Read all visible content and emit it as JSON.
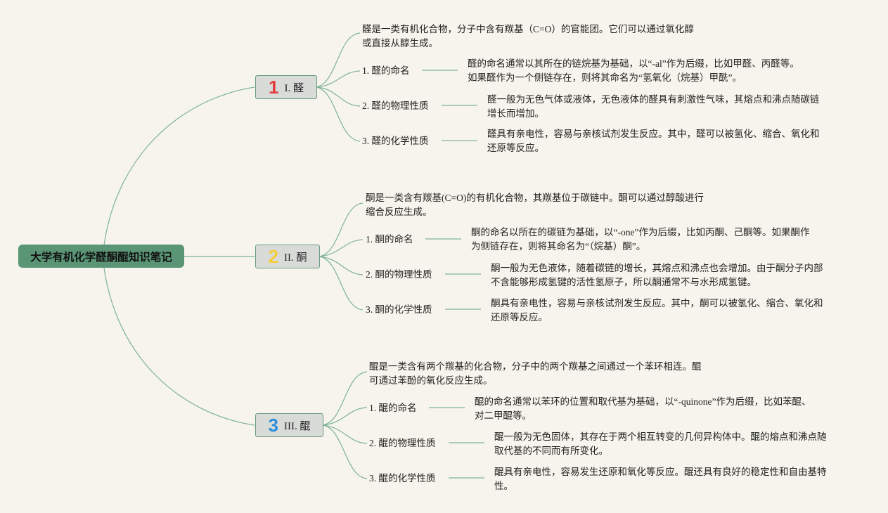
{
  "root": "大学有机化学醛酮醌知识笔记",
  "colors": {
    "root_bg": "#5a9575",
    "line": "#7fb395",
    "num1": "#e23b3b",
    "num2": "#f3cd3a",
    "num3": "#2e8fd8"
  },
  "branches": [
    {
      "num": "1",
      "label": "I. 醛",
      "intro": [
        "醛是一类有机化合物，分子中含有羰基（C=O）的官能团。它们可以通过氧化醇",
        "或直接从醇生成。"
      ],
      "items": [
        {
          "label": "1. 醛的命名",
          "detail": [
            "醛的命名通常以其所在的链烷基为基础，以“-al”作为后缀，比如甲醛、丙醛等。",
            "如果醛作为一个侧链存在，则将其命名为“氢氧化（烷基）甲酰”。"
          ]
        },
        {
          "label": "2. 醛的物理性质",
          "detail": [
            "醛一般为无色气体或液体，无色液体的醛具有刺激性气味，其熔点和沸点随碳链",
            "增长而增加。"
          ]
        },
        {
          "label": "3. 醛的化学性质",
          "detail": [
            "醛具有亲电性，容易与亲核试剂发生反应。其中，醛可以被氢化、缩合、氧化和",
            "还原等反应。"
          ]
        }
      ]
    },
    {
      "num": "2",
      "label": "II. 酮",
      "intro": [
        "酮是一类含有羰基(C=O)的有机化合物，其羰基位于碳链中。酮可以通过醇酸进行",
        "缩合反应生成。"
      ],
      "items": [
        {
          "label": "1. 酮的命名",
          "detail": [
            "酮的命名以所在的碳链为基础，以“-one”作为后缀，比如丙酮、己酮等。如果酮作",
            "为侧链存在，则将其命名为“（烷基）酮”。"
          ]
        },
        {
          "label": "2. 酮的物理性质",
          "detail": [
            "酮一般为无色液体，随着碳链的增长，其熔点和沸点也会增加。由于酮分子内部",
            "不含能够形成氢键的活性氢原子，所以酮通常不与水形成氢键。"
          ]
        },
        {
          "label": "3. 酮的化学性质",
          "detail": [
            "酮具有亲电性，容易与亲核试剂发生反应。其中，酮可以被氢化、缩合、氧化和",
            "还原等反应。"
          ]
        }
      ]
    },
    {
      "num": "3",
      "label": "III. 醌",
      "intro": [
        "醌是一类含有两个羰基的化合物，分子中的两个羰基之间通过一个苯环相连。醌",
        "可通过苯酚的氧化反应生成。"
      ],
      "items": [
        {
          "label": "1. 醌的命名",
          "detail": [
            "醌的命名通常以苯环的位置和取代基为基础，以“-quinone”作为后缀，比如苯醌、",
            "对二甲醌等。"
          ]
        },
        {
          "label": "2. 醌的物理性质",
          "detail": [
            "醌一般为无色固体，其存在于两个相互转变的几何异构体中。醌的熔点和沸点随",
            "取代基的不同而有所变化。"
          ]
        },
        {
          "label": "3. 醌的化学性质",
          "detail": [
            "醌具有亲电性，容易发生还原和氧化等反应。醌还具有良好的稳定性和自由基特",
            "性。"
          ]
        }
      ]
    }
  ]
}
